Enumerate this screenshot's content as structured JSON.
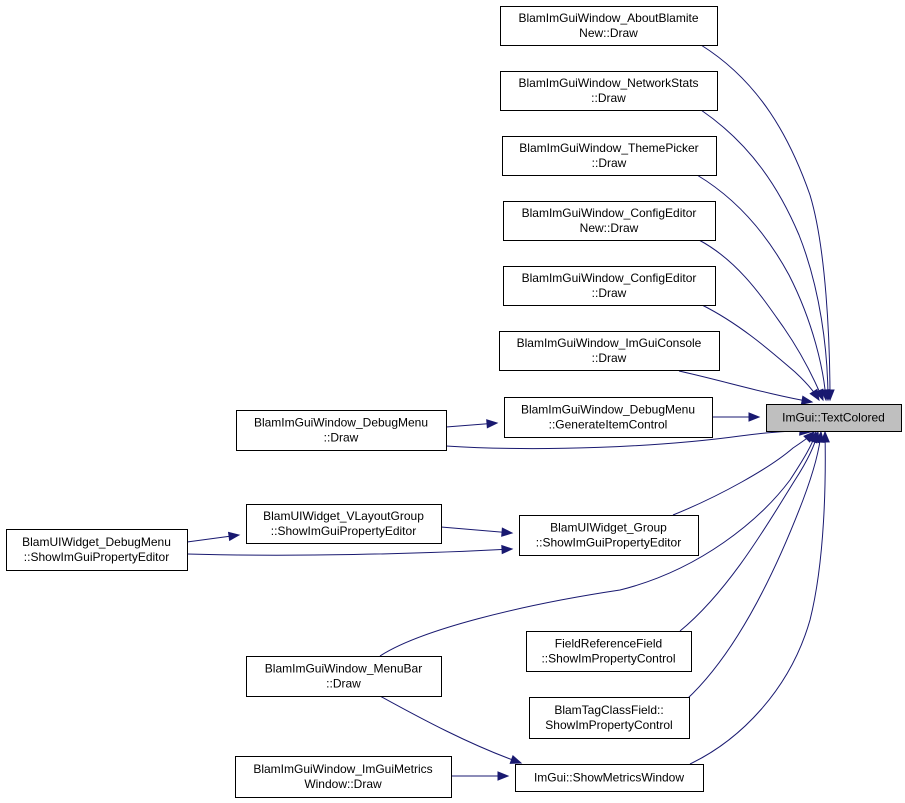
{
  "graph": {
    "edge_color": "#191970",
    "target_fill": "#bfbfbf",
    "nodes": [
      {
        "id": "target",
        "line1": "ImGui::TextColored",
        "line2": "",
        "highlight": true
      },
      {
        "id": "about",
        "line1": "BlamImGuiWindow_AboutBlamite",
        "line2": "New::Draw"
      },
      {
        "id": "netstats",
        "line1": "BlamImGuiWindow_NetworkStats",
        "line2": "::Draw"
      },
      {
        "id": "theme",
        "line1": "BlamImGuiWindow_ThemePicker",
        "line2": "::Draw"
      },
      {
        "id": "cfgnew",
        "line1": "BlamImGuiWindow_ConfigEditor",
        "line2": "New::Draw"
      },
      {
        "id": "cfg",
        "line1": "BlamImGuiWindow_ConfigEditor",
        "line2": "::Draw"
      },
      {
        "id": "console",
        "line1": "BlamImGuiWindow_ImGuiConsole",
        "line2": "::Draw"
      },
      {
        "id": "genitem",
        "line1": "BlamImGuiWindow_DebugMenu",
        "line2": "::GenerateItemControl"
      },
      {
        "id": "dbgdraw",
        "line1": "BlamImGuiWindow_DebugMenu",
        "line2": "::Draw"
      },
      {
        "id": "group",
        "line1": "BlamUIWidget_Group",
        "line2": "::ShowImGuiPropertyEditor"
      },
      {
        "id": "vlayout",
        "line1": "BlamUIWidget_VLayoutGroup",
        "line2": "::ShowImGuiPropertyEditor"
      },
      {
        "id": "uidbg",
        "line1": "BlamUIWidget_DebugMenu",
        "line2": "::ShowImGuiPropertyEditor"
      },
      {
        "id": "fieldref",
        "line1": "FieldReferenceField",
        "line2": "::ShowImPropertyControl"
      },
      {
        "id": "tagclass",
        "line1": "BlamTagClassField::",
        "line2": "ShowImPropertyControl"
      },
      {
        "id": "menubar",
        "line1": "BlamImGuiWindow_MenuBar",
        "line2": "::Draw"
      },
      {
        "id": "metrics",
        "line1": "ImGui::ShowMetricsWindow",
        "line2": ""
      },
      {
        "id": "metricsdraw",
        "line1": "BlamImGuiWindow_ImGuiMetrics",
        "line2": "Window::Draw"
      }
    ],
    "edges": [
      {
        "from": "about",
        "to": "target"
      },
      {
        "from": "netstats",
        "to": "target"
      },
      {
        "from": "theme",
        "to": "target"
      },
      {
        "from": "cfgnew",
        "to": "target"
      },
      {
        "from": "cfg",
        "to": "target"
      },
      {
        "from": "console",
        "to": "target"
      },
      {
        "from": "genitem",
        "to": "target"
      },
      {
        "from": "dbgdraw",
        "to": "target"
      },
      {
        "from": "dbgdraw",
        "to": "genitem"
      },
      {
        "from": "group",
        "to": "target"
      },
      {
        "from": "vlayout",
        "to": "group"
      },
      {
        "from": "uidbg",
        "to": "vlayout"
      },
      {
        "from": "uidbg",
        "to": "group"
      },
      {
        "from": "fieldref",
        "to": "target"
      },
      {
        "from": "tagclass",
        "to": "target"
      },
      {
        "from": "menubar",
        "to": "target"
      },
      {
        "from": "menubar",
        "to": "metrics"
      },
      {
        "from": "metrics",
        "to": "target"
      },
      {
        "from": "metricsdraw",
        "to": "metrics"
      }
    ]
  }
}
